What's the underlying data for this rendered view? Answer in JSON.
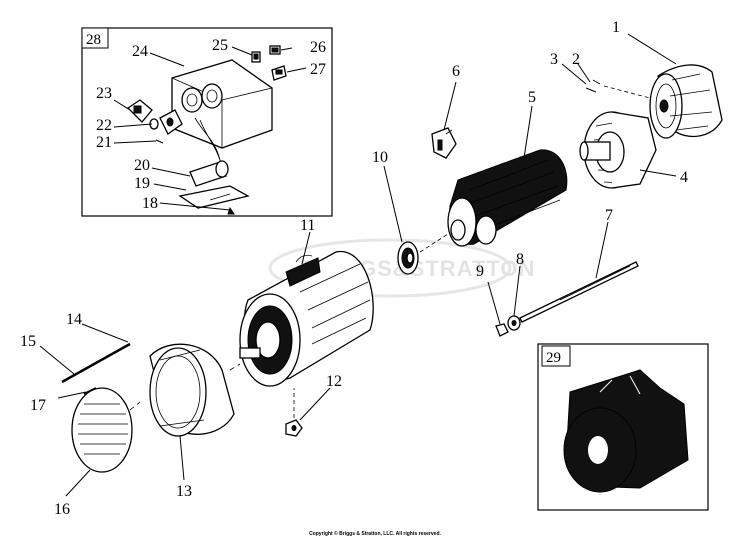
{
  "callouts": {
    "c1": "1",
    "c2": "2",
    "c3": "3",
    "c4": "4",
    "c5": "5",
    "c6": "6",
    "c7": "7",
    "c8": "8",
    "c9": "9",
    "c10": "10",
    "c11": "11",
    "c12": "12",
    "c13": "13",
    "c14": "14",
    "c15": "15",
    "c16": "16",
    "c17": "17",
    "c18": "18",
    "c19": "19",
    "c20": "20",
    "c21": "21",
    "c22": "22",
    "c23": "23",
    "c24": "24",
    "c25": "25",
    "c26": "26",
    "c27": "27"
  },
  "boxes": {
    "control_panel_box": "28",
    "assembly_box": "29"
  },
  "watermark": "BRIGGS&STRATTON",
  "copyright": "Copyright © Briggs & Stratton, LLC. All rights reserved."
}
